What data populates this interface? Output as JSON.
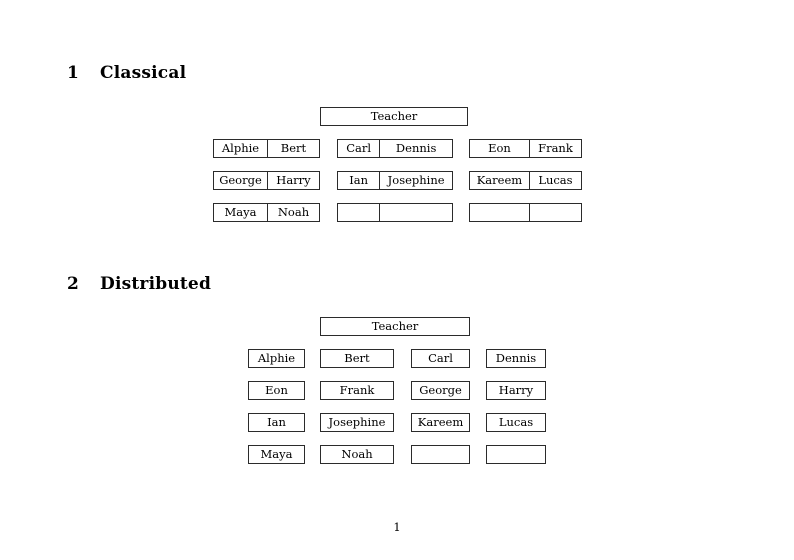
{
  "document": {
    "page_number": "1",
    "border_color": "#2b2b2b",
    "text_color": "#000000",
    "background": "#ffffff"
  },
  "sections": [
    {
      "number": "1",
      "title": "Classical",
      "teacher_label": "Teacher",
      "layout": "paired",
      "groups": [
        {
          "name": "group-left",
          "rows": [
            {
              "left": "Alphie",
              "right": "Bert"
            },
            {
              "left": "George",
              "right": "Harry"
            },
            {
              "left": "Maya",
              "right": "Noah"
            }
          ]
        },
        {
          "name": "group-middle",
          "rows": [
            {
              "left": "Carl",
              "right": "Dennis"
            },
            {
              "left": "Ian",
              "right": "Josephine"
            },
            {
              "left": "",
              "right": ""
            }
          ]
        },
        {
          "name": "group-right",
          "rows": [
            {
              "left": "Eon",
              "right": "Frank"
            },
            {
              "left": "Kareem",
              "right": "Lucas"
            },
            {
              "left": "",
              "right": ""
            }
          ]
        }
      ]
    },
    {
      "number": "2",
      "title": "Distributed",
      "teacher_label": "Teacher",
      "layout": "grid",
      "rows": [
        [
          "Alphie",
          "Bert",
          "Carl",
          "Dennis"
        ],
        [
          "Eon",
          "Frank",
          "George",
          "Harry"
        ],
        [
          "Ian",
          "Josephine",
          "Kareem",
          "Lucas"
        ],
        [
          "Maya",
          "Noah",
          "",
          ""
        ]
      ]
    }
  ]
}
